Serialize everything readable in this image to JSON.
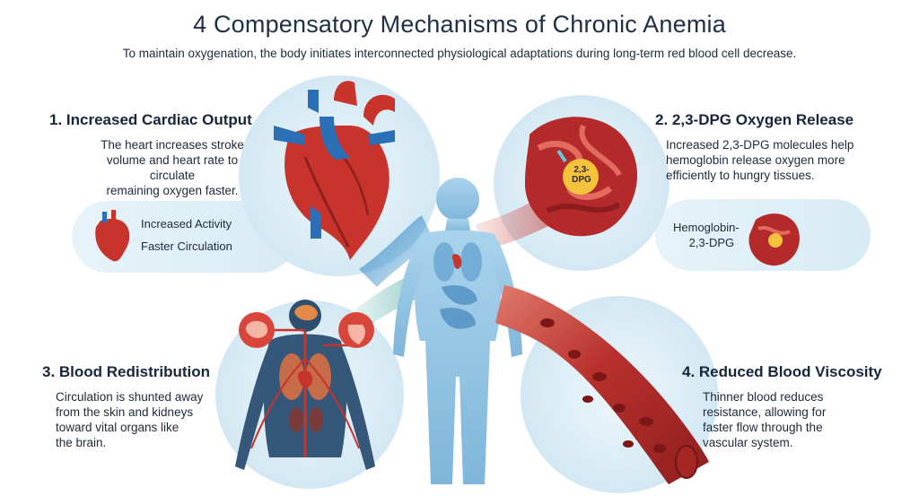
{
  "header": {
    "title": "4 Compensatory Mechanisms of Chronic Anemia",
    "subtitle": "To maintain oxygenation, the body initiates interconnected physiological adaptations during long-term red blood cell decrease."
  },
  "mechanisms": [
    {
      "heading": "1. Increased Cardiac Output",
      "body": [
        "The heart increases stroke",
        "volume and heart rate to circulate",
        "remaining oxygen faster."
      ],
      "tags": [
        "Increased Activity",
        "Faster Circulation"
      ]
    },
    {
      "heading": "2. 2,3-DPG Oxygen Release",
      "body": [
        "Increased 2,3-DPG molecules help",
        "hemoglobin release oxygen more",
        "efficiently to hungry tissues."
      ],
      "tag_lines": [
        "Hemoglobin-",
        "2,3-DPG"
      ],
      "molecule_label_lines": [
        "2,3-",
        "DPG"
      ]
    },
    {
      "heading": "3. Blood Redistribution",
      "body": [
        "Circulation is shunted away",
        "from the skin and kidneys",
        "toward vital organs like",
        "the brain."
      ]
    },
    {
      "heading": "4. Reduced Blood Viscosity",
      "body": [
        "Thinner blood reduces",
        "resistance, allowing for",
        "faster flow through the",
        "vascular system."
      ]
    }
  ],
  "colors": {
    "heart_red": "#c8342b",
    "aorta_blue": "#2b6fb6",
    "hemoglobin_red": "#b42a2a",
    "dpg_yellow": "#f5c33b",
    "body_blue": "#8fc3e3",
    "vessel_red": "#b8302c",
    "bg_circle": "#e4f1f8"
  },
  "icons": [
    "heart-icon",
    "hemoglobin-molecule-icon",
    "human-figure-icon",
    "circulatory-system-icon",
    "brain-icon",
    "blood-vessel-icon"
  ]
}
